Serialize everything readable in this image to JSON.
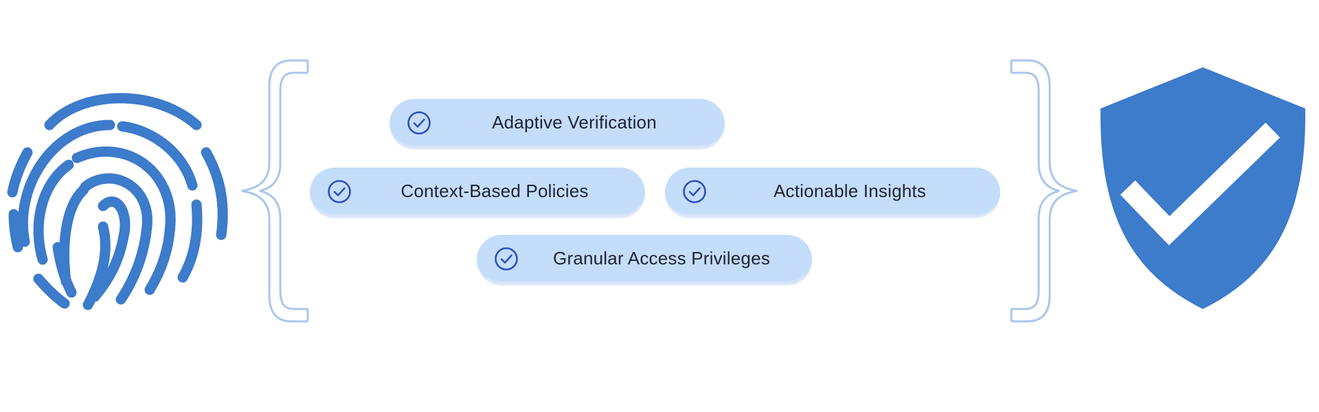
{
  "colors": {
    "accent": "#3d7bcb",
    "pill_bg": "#c4ddfa",
    "check": "#2f4fc4",
    "brace": "#a9c6ec",
    "text": "#1f2330"
  },
  "left_icon": "fingerprint-icon",
  "right_icon": "shield-check-icon",
  "features": [
    {
      "label": "Adaptive Verification",
      "icon": "check-circle-icon"
    },
    {
      "label": "Context-Based Policies",
      "icon": "check-circle-icon"
    },
    {
      "label": "Actionable Insights",
      "icon": "check-circle-icon"
    },
    {
      "label": "Granular Access Privileges",
      "icon": "check-circle-icon"
    }
  ]
}
